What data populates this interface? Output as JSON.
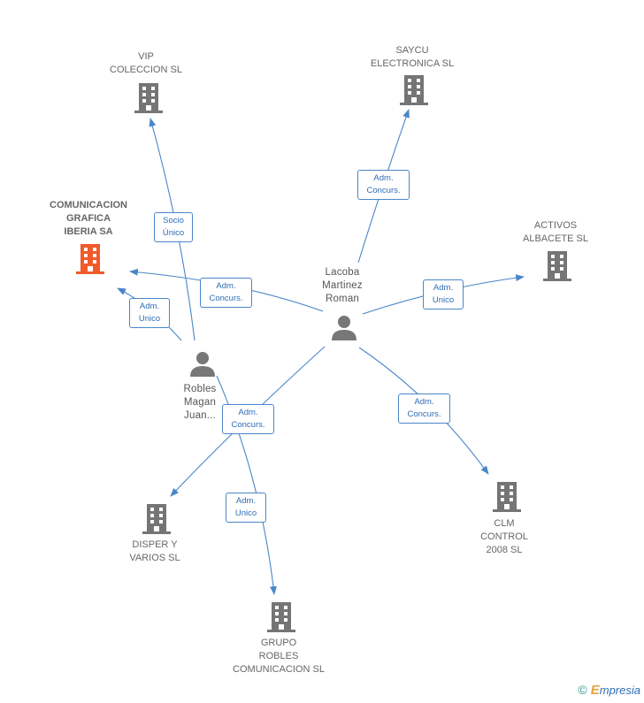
{
  "colors": {
    "edge": "#4a86c8",
    "building": "#757575",
    "focus_building": "#f15a2b",
    "person": "#777777"
  },
  "nodes": {
    "vip": {
      "lines": [
        "VIP",
        "COLECCION SL"
      ],
      "icon": "building-icon"
    },
    "saycu": {
      "lines": [
        "SAYCU",
        "ELECTRONICA SL"
      ],
      "icon": "building-icon"
    },
    "comunicacion": {
      "lines": [
        "COMUNICACION",
        "GRAFICA",
        "IBERIA SA"
      ],
      "icon": "building-icon"
    },
    "activos": {
      "lines": [
        "ACTIVOS",
        "ALBACETE SL"
      ],
      "icon": "building-icon"
    },
    "lacoba": {
      "lines": [
        "Lacoba",
        "Martinez",
        "Roman"
      ],
      "icon": "person-icon"
    },
    "robles": {
      "lines": [
        "Robles",
        "Magan",
        "Juan..."
      ],
      "icon": "person-icon"
    },
    "disper": {
      "lines": [
        "DISPER Y",
        "VARIOS SL"
      ],
      "icon": "building-icon"
    },
    "clm": {
      "lines": [
        "CLM",
        "CONTROL",
        "2008 SL"
      ],
      "icon": "building-icon"
    },
    "grupo": {
      "lines": [
        "GRUPO",
        "ROBLES",
        "COMUNICACION SL"
      ],
      "icon": "building-icon"
    }
  },
  "edges": {
    "robles_vip": {
      "lines": [
        "Socio",
        "Único"
      ]
    },
    "lacoba_saycu": {
      "lines": [
        "Adm.",
        "Concurs."
      ]
    },
    "lacoba_comunicacion": {
      "lines": [
        "Adm.",
        "Concurs."
      ]
    },
    "robles_comunicacion": {
      "lines": [
        "Adm.",
        "Unico"
      ]
    },
    "lacoba_activos": {
      "lines": [
        "Adm.",
        "Unico"
      ]
    },
    "lacoba_clm": {
      "lines": [
        "Adm.",
        "Concurs."
      ]
    },
    "lacoba_disper": {
      "lines": [
        "Adm.",
        "Concurs."
      ]
    },
    "robles_grupo": {
      "lines": [
        "Adm.",
        "Unico"
      ]
    }
  },
  "footer": {
    "copyright": "©",
    "brand_first": "E",
    "brand_rest": "mpresia"
  }
}
